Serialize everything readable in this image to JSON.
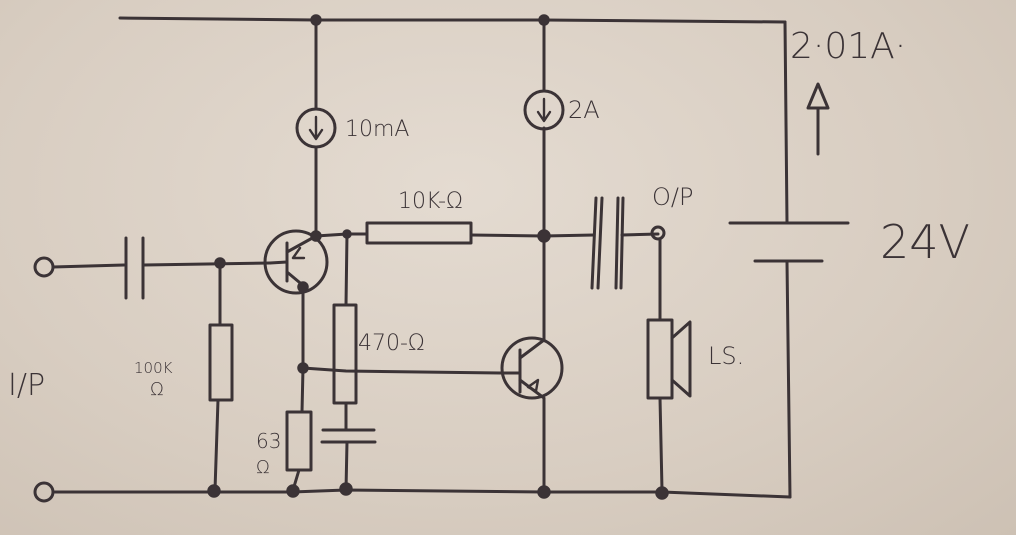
{
  "labels": {
    "input": "I/P",
    "output": "O/P",
    "loudspeaker": "LS.",
    "current_source_1": "10mA",
    "current_source_2": "2A",
    "supply_current": "2·01A·",
    "supply_voltage": "24V",
    "resistor_feedback": "10K-Ω",
    "resistor_470": "470-Ω",
    "resistor_100k_value": "100K",
    "resistor_100k_unit": "Ω",
    "resistor_63_value": "63",
    "resistor_63_unit": "Ω"
  },
  "colors": {
    "paper": "#d9cfc4",
    "ink": "#3b3336"
  }
}
